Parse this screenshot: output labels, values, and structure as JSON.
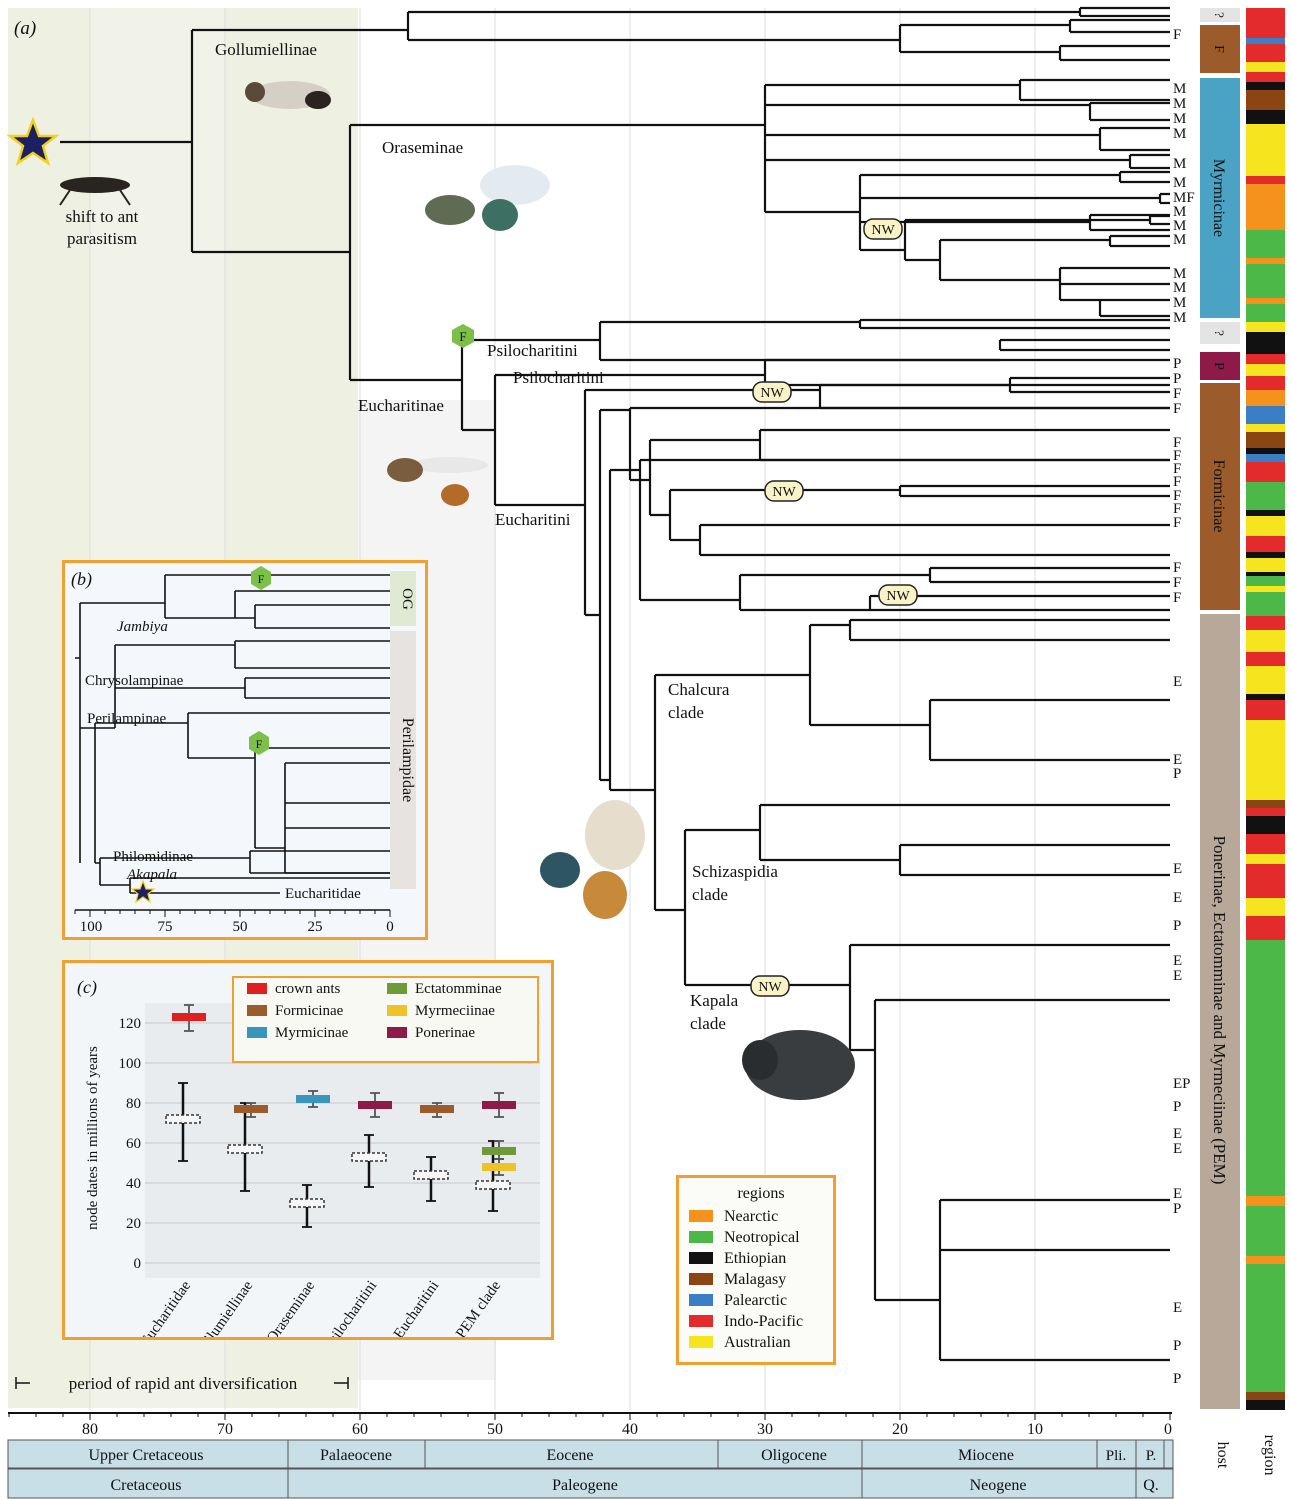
{
  "panel_a": {
    "label": "(a)",
    "star_caption": [
      "shift to ant",
      "parasitism"
    ],
    "clades": {
      "gollumiellinae": "Gollumiellinae",
      "oraseminae": "Oraseminae",
      "eucharitinae": "Eucharitinae",
      "psilocharitini_1": "Psilocharitini",
      "psilocharitini_2": "Psilocharitini",
      "eucharitini": "Eucharitini",
      "chalcura": [
        "Chalcura",
        "clade"
      ],
      "schizaspidia": [
        "Schizaspidia",
        "clade"
      ],
      "kapala": [
        "Kapala",
        "clade"
      ]
    },
    "badges": {
      "nw": "NW",
      "f": "F"
    },
    "rapid_div": "period of rapid ant diversification",
    "axis_ticks": [
      "80",
      "70",
      "60",
      "50",
      "40",
      "30",
      "20",
      "10",
      "0"
    ],
    "epochs": [
      "Upper Cretaceous",
      "Palaeocene",
      "Eocene",
      "Oligocene",
      "Miocene",
      "Pli.",
      "P."
    ],
    "periods": [
      "Cretaceous",
      "Paleogene",
      "Neogene",
      "Q."
    ],
    "host_header": "host",
    "region_header": "region",
    "host_bars": [
      {
        "label": "?",
        "color": "#e4e4e4"
      },
      {
        "label": "F",
        "color": "#9c5b2a"
      },
      {
        "label": "Myrmicinae",
        "color": "#4aa3c4"
      },
      {
        "label": "?",
        "color": "#e4e4e4"
      },
      {
        "label": "P",
        "color": "#8e1a4a"
      },
      {
        "label": "Formicinae",
        "color": "#9c5b2a"
      },
      {
        "label": "Ponerinae, Ectatomminae and Myrmeciinae (PEM)",
        "color": "#b8a89a"
      }
    ],
    "tip_letters": [
      {
        "t": "F",
        "y": 34
      },
      {
        "t": "M",
        "y": 88
      },
      {
        "t": "M",
        "y": 103
      },
      {
        "t": "M",
        "y": 118
      },
      {
        "t": "M",
        "y": 133
      },
      {
        "t": "M",
        "y": 163
      },
      {
        "t": "M",
        "y": 182
      },
      {
        "t": "MF",
        "y": 197
      },
      {
        "t": "M",
        "y": 211
      },
      {
        "t": "M",
        "y": 225
      },
      {
        "t": "M",
        "y": 239
      },
      {
        "t": "M",
        "y": 273
      },
      {
        "t": "M",
        "y": 287
      },
      {
        "t": "M",
        "y": 302
      },
      {
        "t": "M",
        "y": 317
      },
      {
        "t": "P",
        "y": 363
      },
      {
        "t": "P",
        "y": 378
      },
      {
        "t": "F",
        "y": 393
      },
      {
        "t": "F",
        "y": 408
      },
      {
        "t": "F",
        "y": 442
      },
      {
        "t": "F",
        "y": 455
      },
      {
        "t": "F",
        "y": 468
      },
      {
        "t": "F",
        "y": 481
      },
      {
        "t": "F",
        "y": 495
      },
      {
        "t": "F",
        "y": 508
      },
      {
        "t": "F",
        "y": 522
      },
      {
        "t": "F",
        "y": 567
      },
      {
        "t": "F",
        "y": 582
      },
      {
        "t": "F",
        "y": 597
      },
      {
        "t": "E",
        "y": 681
      },
      {
        "t": "E",
        "y": 759
      },
      {
        "t": "P",
        "y": 773
      },
      {
        "t": "E",
        "y": 868
      },
      {
        "t": "E",
        "y": 897
      },
      {
        "t": "P",
        "y": 925
      },
      {
        "t": "E",
        "y": 960
      },
      {
        "t": "E",
        "y": 975
      },
      {
        "t": "EP",
        "y": 1083
      },
      {
        "t": "P",
        "y": 1106
      },
      {
        "t": "E",
        "y": 1133
      },
      {
        "t": "E",
        "y": 1148
      },
      {
        "t": "E",
        "y": 1193
      },
      {
        "t": "P",
        "y": 1208
      },
      {
        "t": "E",
        "y": 1307
      },
      {
        "t": "P",
        "y": 1345
      },
      {
        "t": "P",
        "y": 1378
      }
    ]
  },
  "panel_b": {
    "label": "(b)",
    "labels": {
      "jambiya": "Jambiya",
      "chrysolampinae": "Chrysolampinae",
      "perilampinae": "Perilampinae",
      "philomidinae": "Philomidinae",
      "akapala": "Akapala",
      "eucharitidae": "Eucharitidae",
      "og": "OG",
      "perilampidae": "Perilampidae"
    },
    "axis_ticks": [
      "100",
      "75",
      "50",
      "25",
      "0"
    ]
  },
  "panel_c": {
    "label": "(c)",
    "ylabel": "node dates in millions of years",
    "ticks": [
      "0",
      "20",
      "40",
      "60",
      "80",
      "100",
      "120"
    ],
    "legend": [
      {
        "name": "crown ants",
        "color": "#e02020"
      },
      {
        "name": "Formicinae",
        "color": "#9c5b2a"
      },
      {
        "name": "Myrmicinae",
        "color": "#3a95bd"
      },
      {
        "name": "Ectatomminae",
        "color": "#6f9a3a"
      },
      {
        "name": "Myrmeciinae",
        "color": "#ecc42a"
      },
      {
        "name": "Ponerinae",
        "color": "#8e1a4a"
      }
    ]
  },
  "regions_legend": {
    "title": "regions",
    "items": [
      {
        "name": "Nearctic",
        "color": "#f5921e"
      },
      {
        "name": "Neotropical",
        "color": "#4cb848"
      },
      {
        "name": "Ethiopian",
        "color": "#111111"
      },
      {
        "name": "Malagasy",
        "color": "#8b4513"
      },
      {
        "name": "Palearctic",
        "color": "#3a7fc6"
      },
      {
        "name": "Indo-Pacific",
        "color": "#e32b2b"
      },
      {
        "name": "Australian",
        "color": "#f6e51e"
      }
    ]
  },
  "chart_data": {
    "type": "scatter",
    "title": "",
    "ylabel": "node dates in millions of years",
    "categories": [
      "Eucharitidae",
      "Gollumiellinae",
      "Oraseminae",
      "Psilocharitini",
      "Eucharitini",
      "PEM clade"
    ],
    "ylim": [
      0,
      130
    ],
    "series": [
      {
        "name": "",
        "values": [
          72,
          57,
          30,
          53,
          44,
          39
        ],
        "low": [
          51,
          36,
          18,
          38,
          31,
          26
        ],
        "high": [
          90,
          80,
          39,
          64,
          53,
          61
        ]
      },
      {
        "name": "crown ants",
        "values": [
          123,
          null,
          null,
          null,
          null,
          null
        ],
        "low": [
          116,
          null,
          null,
          null,
          null,
          null
        ],
        "high": [
          129,
          null,
          null,
          null,
          null,
          null
        ]
      },
      {
        "name": "Formicinae",
        "values": [
          null,
          77,
          null,
          null,
          77,
          null
        ],
        "low": [
          null,
          73,
          null,
          null,
          73,
          null
        ],
        "high": [
          null,
          80,
          null,
          null,
          80,
          null
        ]
      },
      {
        "name": "Myrmicinae",
        "values": [
          null,
          null,
          82,
          null,
          null,
          null
        ],
        "low": [
          null,
          null,
          78,
          null,
          null,
          null
        ],
        "high": [
          null,
          null,
          86,
          null,
          null,
          null
        ]
      },
      {
        "name": "Ponerinae",
        "values": [
          null,
          null,
          null,
          79,
          null,
          79
        ],
        "low": [
          null,
          null,
          null,
          73,
          null,
          73
        ],
        "high": [
          null,
          null,
          null,
          85,
          null,
          85
        ]
      },
      {
        "name": "Ectatomminae",
        "values": [
          null,
          null,
          null,
          null,
          null,
          56
        ],
        "low": [
          null,
          null,
          null,
          null,
          null,
          52
        ],
        "high": [
          null,
          null,
          null,
          null,
          null,
          61
        ]
      },
      {
        "name": "Myrmeciinae",
        "values": [
          null,
          null,
          null,
          null,
          null,
          48
        ],
        "low": [
          null,
          null,
          null,
          null,
          null,
          44
        ],
        "high": [
          null,
          null,
          null,
          null,
          null,
          52
        ]
      }
    ]
  }
}
